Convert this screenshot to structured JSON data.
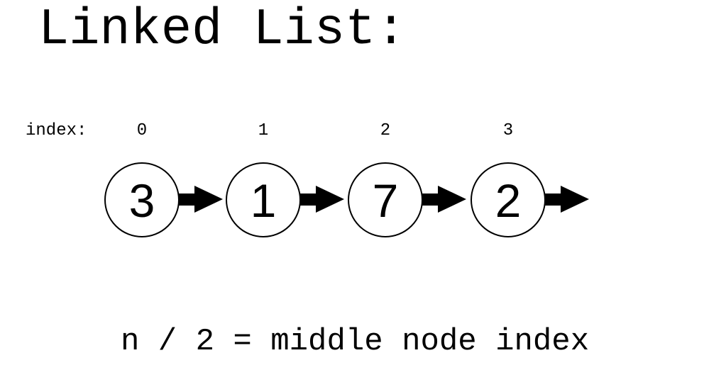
{
  "title": "Linked List:",
  "index_label": "index:",
  "nodes": [
    {
      "index": "0",
      "value": "3"
    },
    {
      "index": "1",
      "value": "1"
    },
    {
      "index": "2",
      "value": "7"
    },
    {
      "index": "3",
      "value": "2"
    }
  ],
  "formula": "n / 2 = middle node index",
  "colors": {
    "stroke": "#000000",
    "fill": "#ffffff",
    "background": "#ffffff"
  }
}
